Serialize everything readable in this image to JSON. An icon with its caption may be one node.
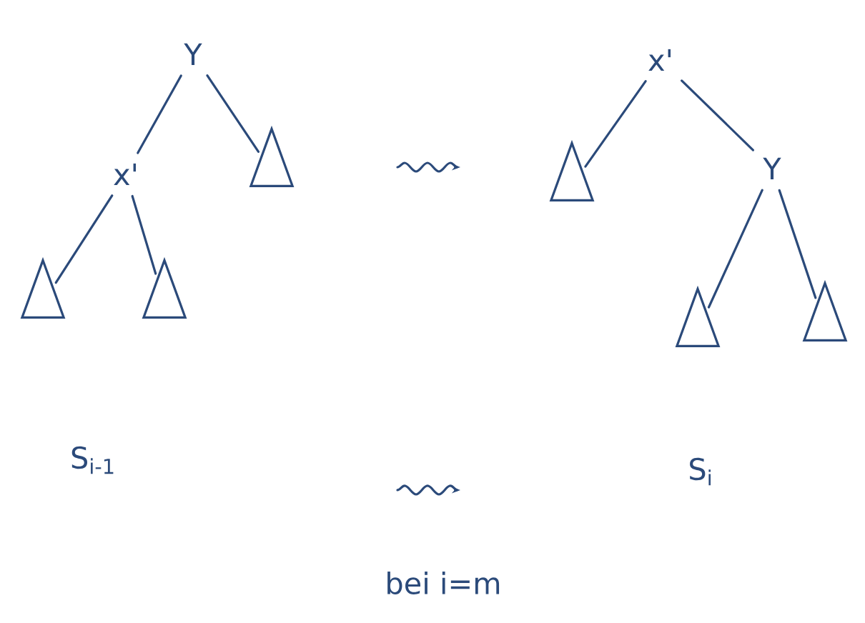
{
  "diagram": {
    "nodes": [
      {
        "text": [
          "Y"
        ]
      },
      {
        "text": [
          "x'"
        ]
      },
      {
        "text": [],
        "shape": "triangle"
      },
      {
        "text": [],
        "shape": "triangle"
      },
      {
        "text": [],
        "shape": "triangle"
      },
      {
        "text": [
          "x'"
        ]
      },
      {
        "text": [],
        "shape": "triangle"
      },
      {
        "text": [
          "Y"
        ]
      },
      {
        "text": [],
        "shape": "triangle"
      },
      {
        "text": [],
        "shape": "triangle"
      }
    ],
    "edges": [
      {
        "from": 0,
        "to": 1,
        "arrow": "none"
      },
      {
        "from": 0,
        "to": 2,
        "arrow": "none"
      },
      {
        "from": 1,
        "to": 3,
        "arrow": "none"
      },
      {
        "from": 1,
        "to": 4,
        "arrow": "none"
      },
      {
        "from": 5,
        "to": 6,
        "arrow": "none"
      },
      {
        "from": 5,
        "to": 7,
        "arrow": "none"
      },
      {
        "from": 7,
        "to": 8,
        "arrow": "none"
      },
      {
        "from": 7,
        "to": 9,
        "arrow": "none"
      }
    ],
    "labels": [
      "S$_{i-1}$",
      "S$_{i}$",
      "bei i=m"
    ]
  }
}
